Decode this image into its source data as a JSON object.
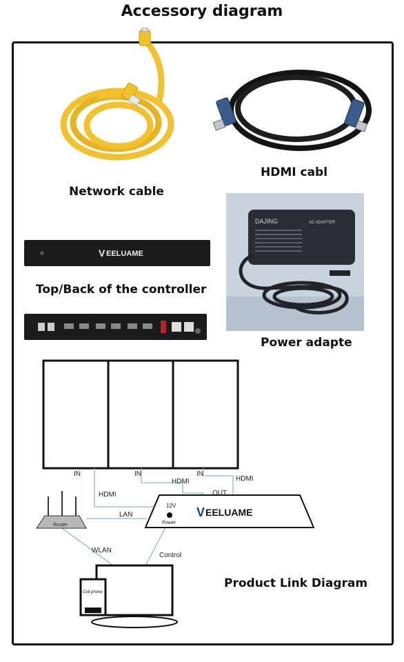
{
  "page": {
    "title": "Accessory diagram"
  },
  "items": {
    "network_cable": "Network cable",
    "hdmi_cable": "HDMI cabl",
    "controller": "Top/Back of the controller",
    "power_adapter": "Power adapte"
  },
  "brand": {
    "name": "EELUAME",
    "adapter_brand": "DAJING",
    "adapter_model": "AC ADAPTER"
  },
  "link_diagram": {
    "caption": "Product Link Diagram",
    "in_label": "IN",
    "hdmi_label": "HDMI",
    "out_label": "OUT",
    "lan_label": "LAN",
    "wlan_label": "WLAN",
    "control_label": "Control",
    "router_label": "Router",
    "power_label": "Power",
    "voltage_label": "12V",
    "phone_label": "Cell phone"
  },
  "colors": {
    "network_cable": "#f2c12e",
    "hdmi_cable": "#141414",
    "hdmi_connector": "#3a5c8c",
    "controller_body": "#1b1b1b",
    "line": "#8fb7d6"
  }
}
